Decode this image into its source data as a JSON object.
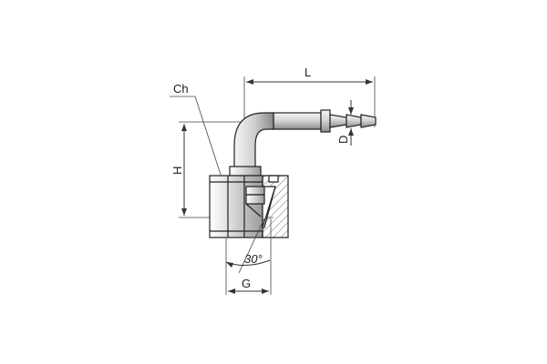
{
  "labels": {
    "L": "L",
    "Ch": "Ch",
    "H": "H",
    "D": "D",
    "angle": "30°",
    "G": "G"
  },
  "colors": {
    "line": "#222222",
    "metal_light": "#e8e8e8",
    "metal_mid": "#bdbdbd",
    "metal_dark": "#7a7a7a"
  }
}
